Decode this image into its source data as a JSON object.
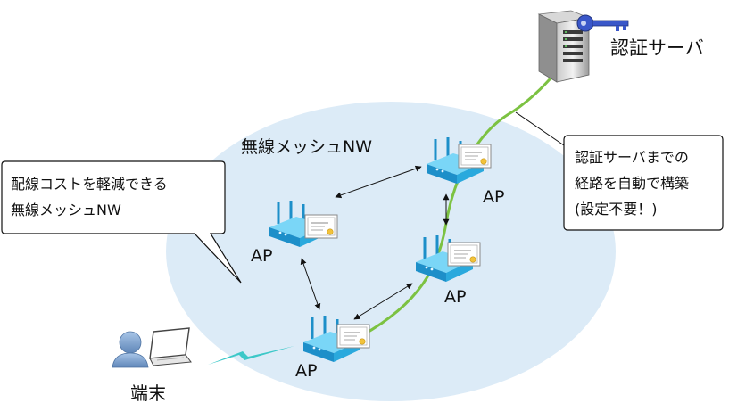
{
  "mesh_label": "無線メッシュNW",
  "server_label": "認証サーバ",
  "terminal_label": "端末",
  "ap_label": "AP",
  "callout_left": {
    "line1": "配線コストを軽減できる",
    "line2": "無線メッシュNW"
  },
  "callout_right": {
    "line1": "認証サーバまでの",
    "line2": "経路を自動で構築",
    "line3": "(設定不要！)"
  },
  "colors": {
    "ellipse": "#dcebf7",
    "route": "#7cc242",
    "ap_body": "#2a9fd6",
    "wireless": "#3cc8c8",
    "key": "#3a57c9",
    "person": "#7fa4cf"
  }
}
